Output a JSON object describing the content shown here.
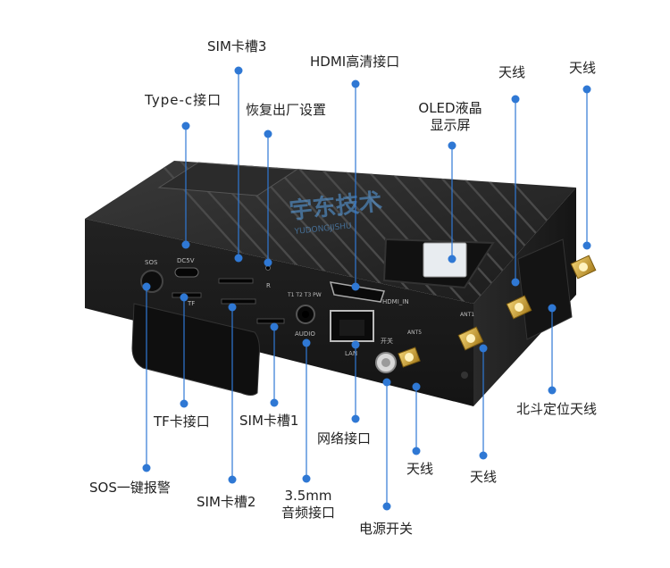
{
  "colors": {
    "accent": "#2f78d4",
    "device_body": "#1d1d1d",
    "port_gold": "#c9a23a"
  },
  "device": {
    "brand_watermark": "宇东技术",
    "brand_watermark_sub": "YUDONGJISHU",
    "printed": {
      "sos": "SOS",
      "dc5v": "DC5V",
      "tf": "TF",
      "r": "R",
      "audio": "AUDIO",
      "tracks": "T1 T2 T3 PW",
      "hdmi_in": "HDMI_IN",
      "lan": "LAN",
      "switch": "开关",
      "ant1": "ANT1",
      "ant5": "ANT5"
    }
  },
  "labels": {
    "sim3": "SIM卡槽3",
    "hdmi": "HDMI高清接口",
    "antenna_top1": "天线",
    "antenna_top2": "天线",
    "typec": "Type-c接口",
    "reset": "恢复出厂设置",
    "oled_line1": "OLED液晶",
    "oled_line2": "显示屏",
    "beidou": "北斗定位天线",
    "tf": "TF卡接口",
    "sim1": "SIM卡槽1",
    "lan": "网络接口",
    "antenna_bottom1": "天线",
    "antenna_bottom2": "天线",
    "sos": "SOS一键报警",
    "audio_line1": "3.5mm",
    "audio_line2": "音频接口",
    "sim2": "SIM卡槽2",
    "power": "电源开关"
  }
}
